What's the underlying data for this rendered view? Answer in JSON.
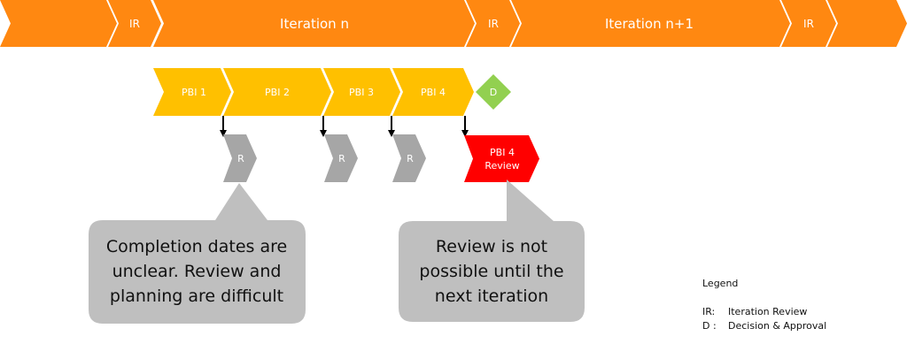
{
  "colors": {
    "iteration_bar": "#FF8811",
    "pbi": "#FFC000",
    "decision": "#92D050",
    "review_gray": "#A6A6A6",
    "review_red": "#FF0000",
    "callout": "#BFBFBF",
    "arrow": "#000000"
  },
  "timeline": {
    "segments": [
      {
        "label": ""
      },
      {
        "label": "IR"
      },
      {
        "label": "Iteration n"
      },
      {
        "label": "IR"
      },
      {
        "label": "Iteration n+1"
      },
      {
        "label": "IR"
      },
      {
        "label": ""
      }
    ]
  },
  "pbis": [
    {
      "label": "PBI 1"
    },
    {
      "label": "PBI 2"
    },
    {
      "label": "PBI 3"
    },
    {
      "label": "PBI 4"
    }
  ],
  "decision": {
    "label": "D"
  },
  "reviews": [
    {
      "label": "R"
    },
    {
      "label": "R"
    },
    {
      "label": "R"
    },
    {
      "label_line1": "PBI 4",
      "label_line2": "Review"
    }
  ],
  "callouts": [
    {
      "lines": [
        "Completion dates are",
        "unclear. Review and",
        "planning are difficult"
      ]
    },
    {
      "lines": [
        "Review is not",
        "possible until the",
        "next iteration"
      ]
    }
  ],
  "legend": {
    "title": "Legend",
    "items": [
      {
        "key": "IR:",
        "value": "Iteration Review"
      },
      {
        "key": "D :",
        "value": "Decision & Approval"
      }
    ]
  }
}
